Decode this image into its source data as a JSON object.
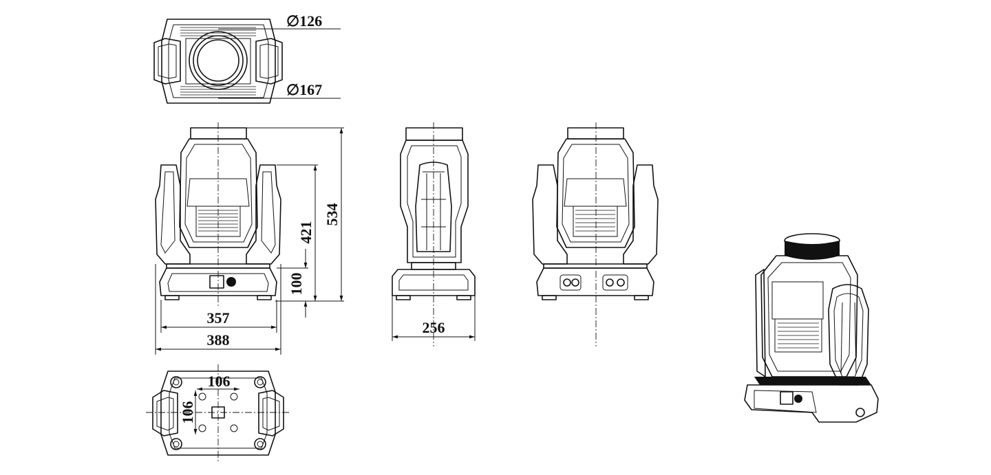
{
  "dimensions": {
    "lens_diameter": "∅126",
    "head_diameter": "∅167",
    "base_height": "100",
    "arm_height": "421",
    "total_height": "534",
    "base_width": "357",
    "total_width": "388",
    "side_depth": "256",
    "mount_spacing_x": "106",
    "mount_spacing_y": "106"
  },
  "colors": {
    "line": "#111111",
    "background": "#ffffff"
  }
}
